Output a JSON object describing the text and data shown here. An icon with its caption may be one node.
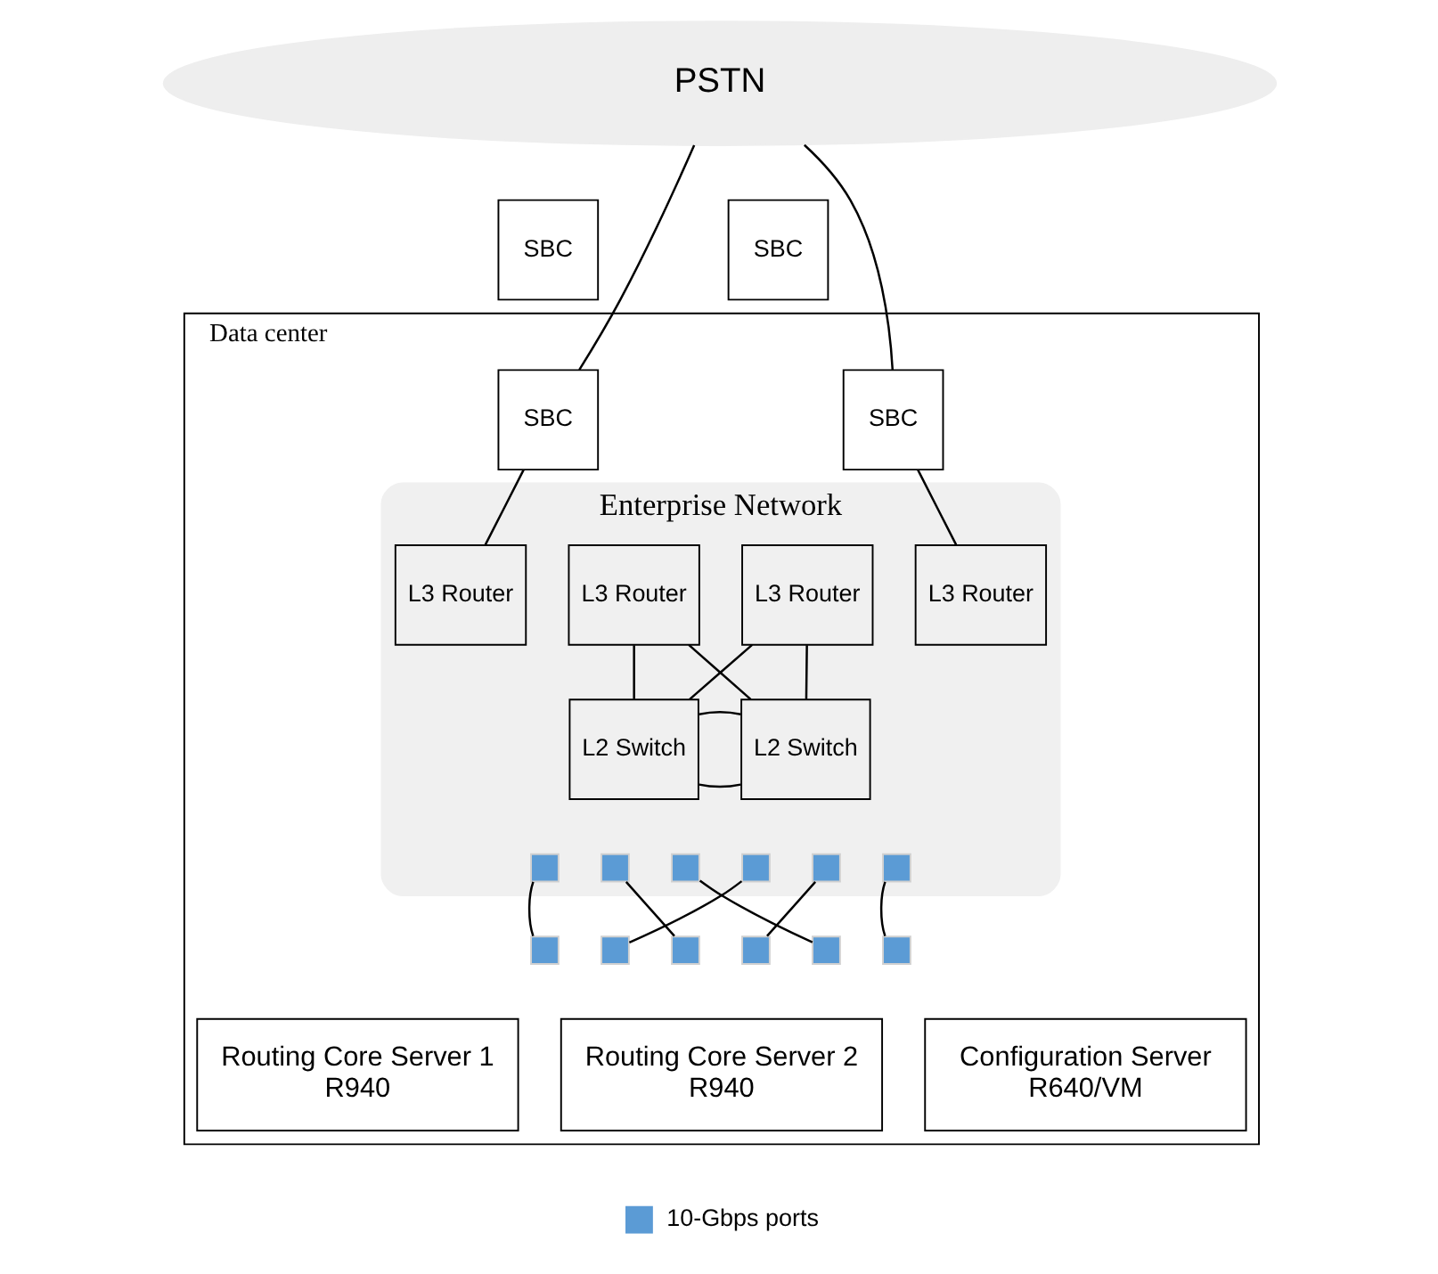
{
  "diagram": {
    "nodes": [
      {
        "text": [
          "PSTN"
        ]
      },
      {
        "text": [
          "SBC"
        ]
      },
      {
        "text": [
          "SBC"
        ]
      },
      {
        "text": [
          "Data center"
        ]
      },
      {
        "text": [
          "SBC"
        ],
        "in": 3
      },
      {
        "text": [
          "SBC"
        ],
        "in": 3
      },
      {
        "text": [
          "Enterprise Network"
        ],
        "in": 3
      },
      {
        "text": [
          "L3 Router"
        ],
        "in": 6
      },
      {
        "text": [
          "L3 Router"
        ],
        "in": 6
      },
      {
        "text": [
          "L3 Router"
        ],
        "in": 6
      },
      {
        "text": [
          "L3 Router"
        ],
        "in": 6
      },
      {
        "text": [
          "L2 Switch"
        ],
        "in": 6
      },
      {
        "text": [
          "L2 Switch"
        ],
        "in": 6
      },
      {
        "text": [],
        "shape": "box",
        "in": 6
      },
      {
        "text": [],
        "shape": "box",
        "in": 6
      },
      {
        "text": [],
        "shape": "box",
        "in": 6
      },
      {
        "text": [],
        "shape": "box",
        "in": 6
      },
      {
        "text": [],
        "shape": "box",
        "in": 6
      },
      {
        "text": [],
        "shape": "box",
        "in": 6
      },
      {
        "text": [
          "Routing Core Server 1",
          "R940"
        ],
        "in": 3
      },
      {
        "text": [
          "Routing Core Server 2",
          "R940"
        ],
        "in": 3
      },
      {
        "text": [
          "Configuration Server",
          "R640/VM"
        ],
        "in": 3
      },
      {
        "text": [],
        "shape": "box",
        "in": 3
      },
      {
        "text": [],
        "shape": "box",
        "in": 3
      },
      {
        "text": [],
        "shape": "box",
        "in": 3
      },
      {
        "text": [],
        "shape": "box",
        "in": 3
      },
      {
        "text": [],
        "shape": "box",
        "in": 3
      },
      {
        "text": [],
        "shape": "box",
        "in": 3
      }
    ],
    "edges": [
      {
        "from": 0,
        "to": 4,
        "arrow": "none"
      },
      {
        "from": 0,
        "to": 5,
        "arrow": "none"
      },
      {
        "from": 4,
        "to": 7,
        "arrow": "none"
      },
      {
        "from": 5,
        "to": 8,
        "arrow": "none"
      },
      {
        "from": 9,
        "to": 11,
        "arrow": "none"
      },
      {
        "from": 10,
        "to": 12,
        "arrow": "none"
      },
      {
        "from": 9,
        "to": 12,
        "arrow": "none"
      },
      {
        "from": 10,
        "to": 11,
        "arrow": "none"
      },
      {
        "from": 11,
        "to": 12,
        "arrow": "none"
      },
      {
        "from": 11,
        "to": 12,
        "arrow": "none"
      },
      {
        "from": 13,
        "to": 22,
        "arrow": "none"
      },
      {
        "from": 14,
        "to": 24,
        "arrow": "none"
      },
      {
        "from": 15,
        "to": 26,
        "arrow": "none"
      },
      {
        "from": 16,
        "to": 23,
        "arrow": "none"
      },
      {
        "from": 17,
        "to": 25,
        "arrow": "none"
      },
      {
        "from": 18,
        "to": 27,
        "arrow": "none"
      }
    ],
    "legend": [
      {
        "text": "10-Gbps ports",
        "color": "#5b9bd5"
      }
    ]
  }
}
